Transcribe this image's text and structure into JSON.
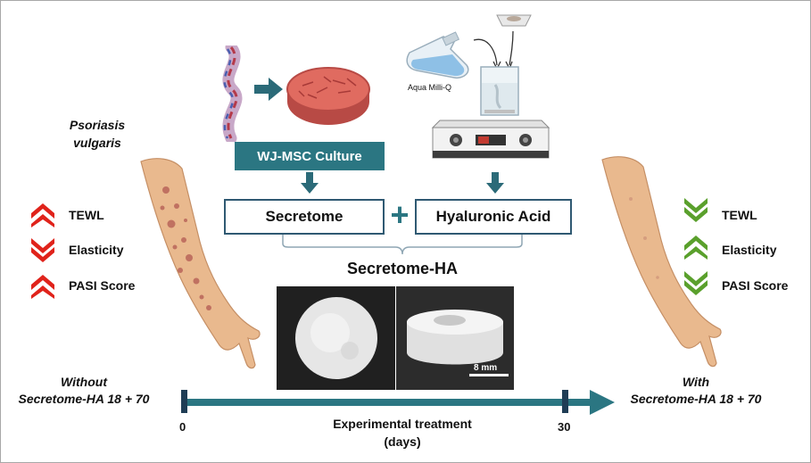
{
  "condition": {
    "line1": "Psoriasis",
    "line2": "vulgaris"
  },
  "left_params": [
    {
      "label": "TEWL",
      "direction": "up"
    },
    {
      "label": "Elasticity",
      "direction": "down"
    },
    {
      "label": "PASI Score",
      "direction": "up"
    }
  ],
  "right_params": [
    {
      "label": "TEWL",
      "direction": "down"
    },
    {
      "label": "Elasticity",
      "direction": "up"
    },
    {
      "label": "PASI Score",
      "direction": "down"
    }
  ],
  "culture_label": "WJ-MSC Culture",
  "water_label": "Aqua Milli-Q",
  "secretome_label": "Secretome",
  "ha_label": "Hyaluronic Acid",
  "plus_symbol": "+",
  "product_label": "Secretome-HA",
  "scale_bar_label": "8 mm",
  "timeline": {
    "without_line1": "Without",
    "without_line2": "Secretome-HA 18 + 70",
    "with_line1": "With",
    "with_line2": "Secretome-HA 18 + 70",
    "start_tick": "0",
    "end_tick": "30",
    "axis_line1": "Experimental treatment",
    "axis_line2": "(days)"
  },
  "colors": {
    "worse": "#e0231b",
    "better": "#5aa02c",
    "arrow": "#2b6a78",
    "box_border": "#2f5972",
    "culture_bg": "#2b7682"
  }
}
